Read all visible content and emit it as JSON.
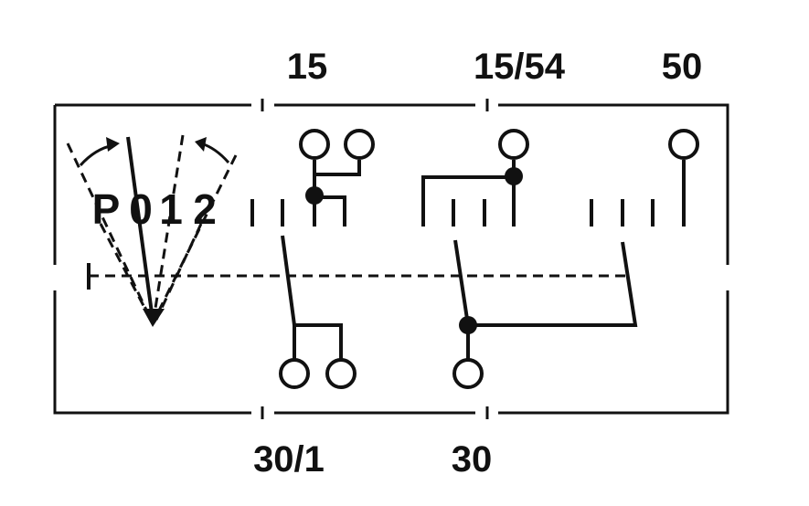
{
  "terminals": {
    "t15": "15",
    "t15_54": "15/54",
    "t50": "50",
    "t30_1": "30/1",
    "t30": "30"
  },
  "positions": {
    "p": "P",
    "p0": "0",
    "p1": "1",
    "p2": "2"
  },
  "colors": {
    "ink": "#111111",
    "background": "#ffffff"
  }
}
